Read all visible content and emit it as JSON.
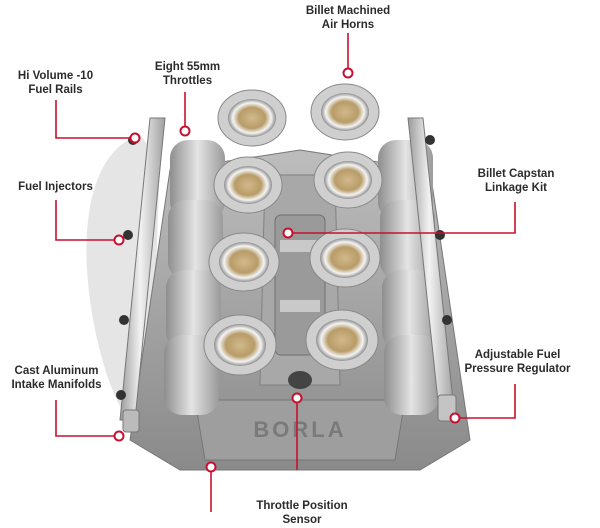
{
  "callouts": {
    "air_horns": [
      "Billet Machined",
      "Air Horns"
    ],
    "throttles": [
      "Eight 55mm",
      "Throttles"
    ],
    "fuel_rails": [
      "Hi Volume -10",
      "Fuel Rails"
    ],
    "fuel_injectors": [
      "Fuel Injectors"
    ],
    "linkage": [
      "Billet Capstan",
      "Linkage Kit"
    ],
    "regulator": [
      "Adjustable Fuel",
      "Pressure Regulator"
    ],
    "manifolds": [
      "Cast Aluminum",
      "Intake Manifolds"
    ],
    "tps": [
      "Throttle Position",
      "Sensor"
    ]
  },
  "colors": {
    "callout_line": "#c8102e",
    "text": "#2b2b2b"
  },
  "logo_text": "BORLA"
}
